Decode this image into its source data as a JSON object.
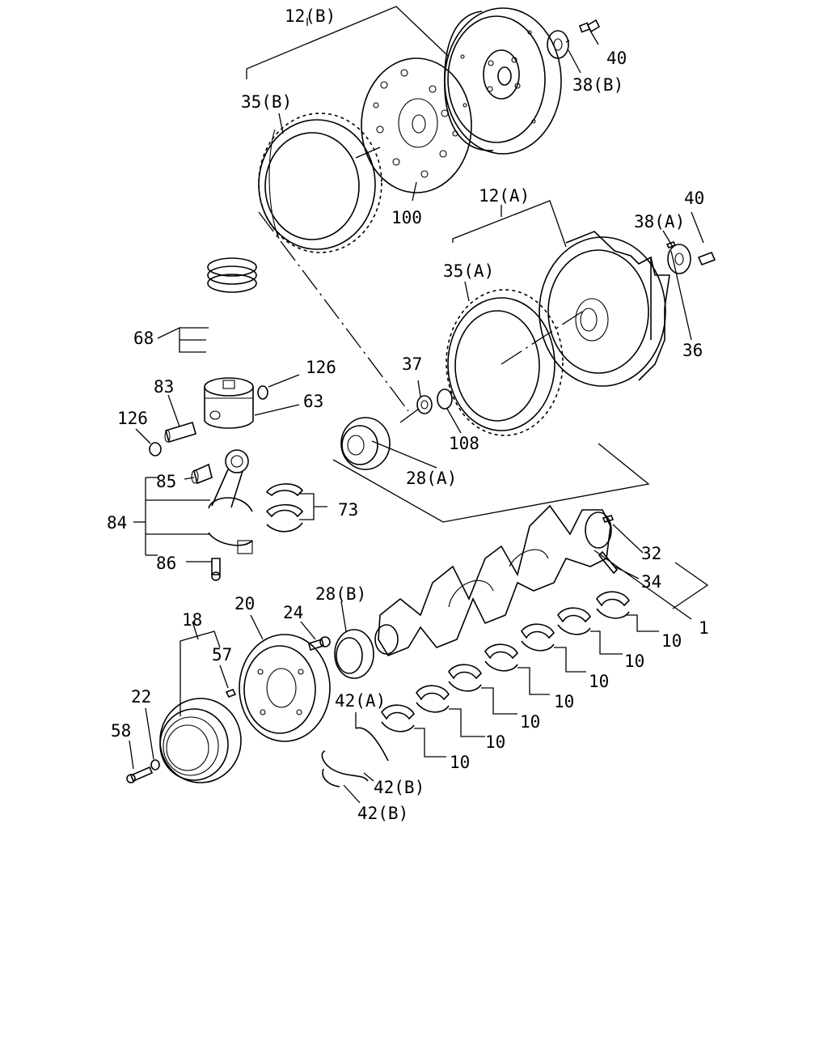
{
  "diagram": {
    "labels": {
      "p12b": "12(B)",
      "p40_top": "40",
      "p38b": "38(B)",
      "p35b": "35(B)",
      "p100": "100",
      "p12a": "12(A)",
      "p40_mid": "40",
      "p38a": "38(A)",
      "p35a": "35(A)",
      "p36": "36",
      "p68": "68",
      "p126_right": "126",
      "p83": "83",
      "p63": "63",
      "p126_left": "126",
      "p37": "37",
      "p108": "108",
      "p28a": "28(A)",
      "p85": "85",
      "p84": "84",
      "p73": "73",
      "p86": "86",
      "p32": "32",
      "p34": "34",
      "p1": "1",
      "p20": "20",
      "p24": "24",
      "p28b": "28(B)",
      "p18": "18",
      "p57": "57",
      "p22": "22",
      "p58": "58",
      "p42a": "42(A)",
      "p42b_1": "42(B)",
      "p42b_2": "42(B)",
      "p10_1": "10",
      "p10_2": "10",
      "p10_3": "10",
      "p10_4": "10",
      "p10_5": "10",
      "p10_6": "10",
      "p10_7": "10"
    }
  }
}
